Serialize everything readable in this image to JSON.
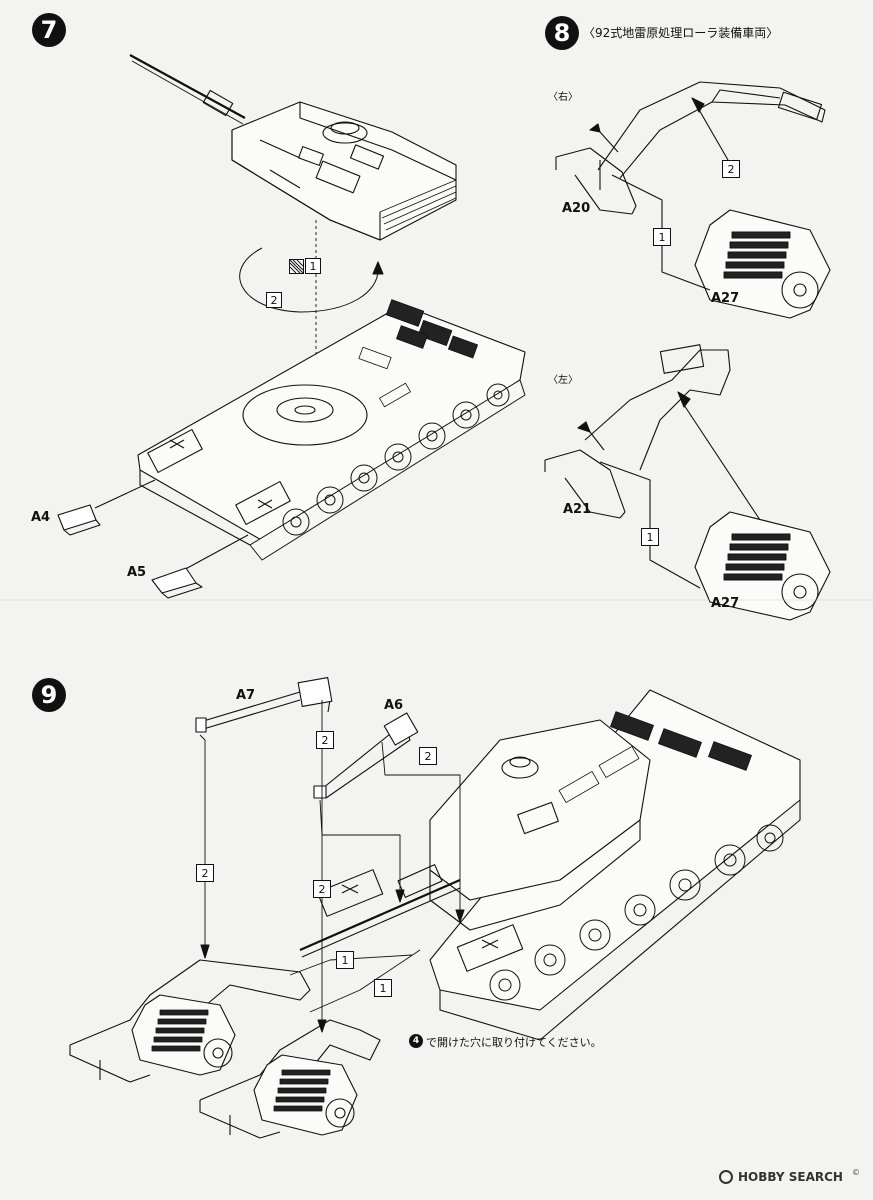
{
  "steps": {
    "s7": "7",
    "s8": "8",
    "s9": "9"
  },
  "step8_title": "〈92式地雷原処理ローラ装備車両〉",
  "step8_right": "〈右〉",
  "step8_left": "〈左〉",
  "parts": {
    "a4": "A4",
    "a5": "A5",
    "a20": "A20",
    "a27_top": "A27",
    "a21": "A21",
    "a27_bottom": "A27",
    "a7": "A7",
    "a6": "A6"
  },
  "order_numbers": {
    "s7_n1": "1",
    "s7_n2": "2",
    "s8r_n2": "2",
    "s8r_n1": "1",
    "s8l_n1": "1",
    "s9_a7_n2": "2",
    "s9_a6_n2": "2",
    "s9_left_n2": "2",
    "s9_mid_n2": "2",
    "s9_n1_a": "1",
    "s9_n1_b": "1"
  },
  "note": {
    "ref": "4",
    "text": "で開けた穴に取り付けてください。"
  },
  "watermark": {
    "brand": "HOBBY SEARCH",
    "copyright": "©"
  },
  "colors": {
    "ink": "#111111",
    "paper": "#f3f3f1"
  }
}
